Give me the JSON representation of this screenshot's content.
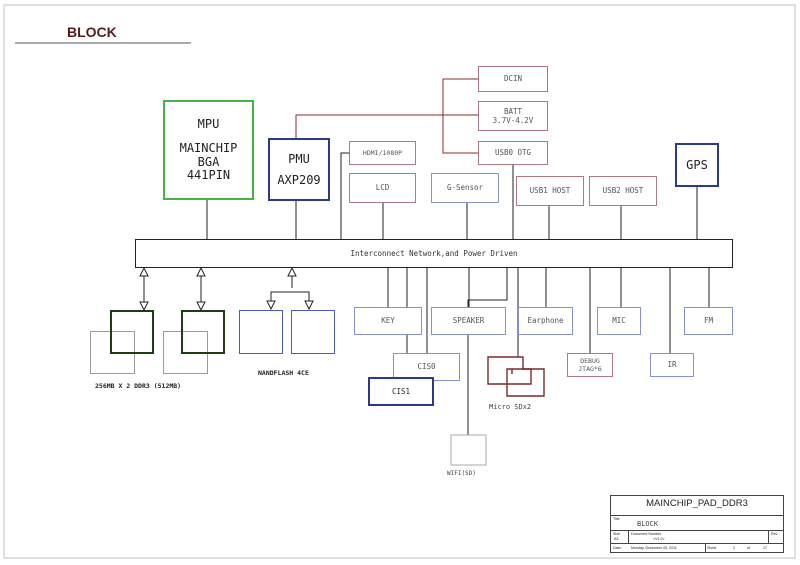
{
  "heading": "BLOCK",
  "mpu": {
    "title": "MPU",
    "body": "MAINCHIP\nBGA\n441PIN"
  },
  "pmu": {
    "title": "PMU",
    "body": "AXP209"
  },
  "gps": "GPS",
  "power": {
    "dcin": "DCIN",
    "batt": "BATT\n3.7V-4.2V",
    "usb0": "USB0 OTG"
  },
  "top_blocks": {
    "hdmi": "HDMI/1080P",
    "lcd": "LCD",
    "gsensor": "G-Sensor",
    "usb1": "USB1 HOST",
    "usb2": "USB2 HOST"
  },
  "bus": "Interconnect Network,and Power Driven",
  "bottom_blocks": {
    "key": "KEY",
    "speaker": "SPEAKER",
    "earphone": "Earphone",
    "mic": "MIC",
    "fm": "FM",
    "debug": "DEBUG\nJTAG*6",
    "ir": "IR",
    "cis0": "CIS0",
    "cis1": "CIS1"
  },
  "labels": {
    "ddr": "256MB X 2 DDR3 (512MB)",
    "nand": "NANDFLASH 4CE",
    "sd": "Micro SDx2",
    "wifi": "WIFI(SD)"
  },
  "title_block": {
    "name": "MAINCHIP_PAD_DDR3",
    "title_caption": "Title",
    "title": "BLOCK",
    "size_caption": "Size",
    "size": "A3",
    "docnum_caption": "Document Number",
    "docnum": "<V1.0>",
    "rev_caption": "Rev",
    "date_caption": "Date:",
    "date": "Monday, December 05, 2011",
    "sheet_caption": "Sheet",
    "sheet": "2",
    "of_caption": "of",
    "total": "17"
  },
  "colors": {
    "power_line": "#8b2a2a",
    "bus_line": "#222222",
    "heading": "#5a1a1a"
  }
}
